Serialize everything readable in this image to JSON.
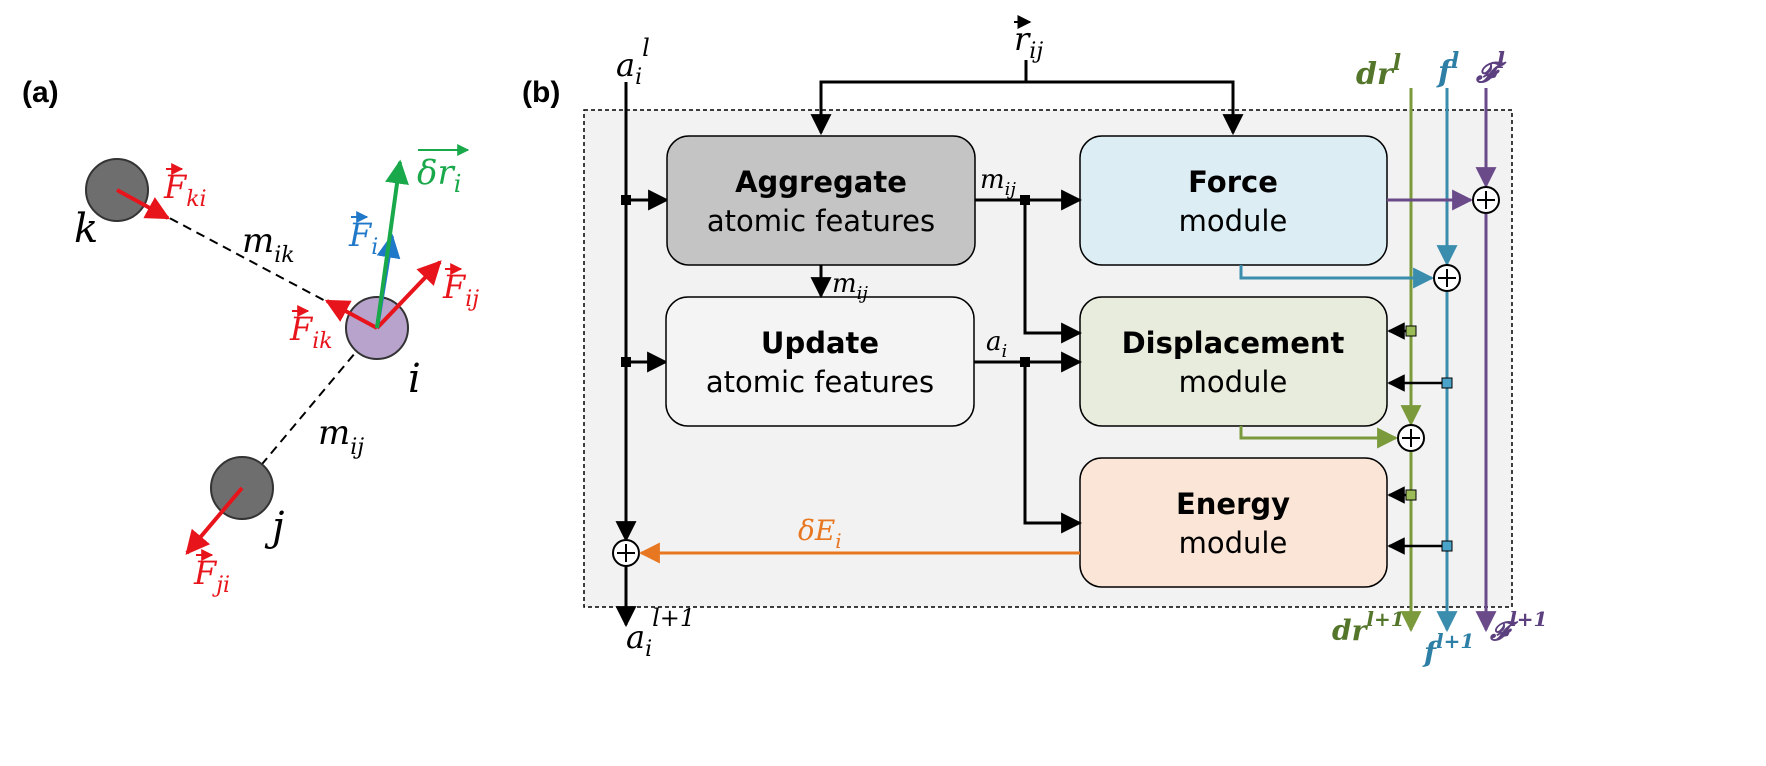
{
  "panel_a": {
    "label": "(a)",
    "atoms": {
      "k": "k",
      "i": "i",
      "j": "j"
    },
    "bonds": {
      "ik": "m",
      "ik_sub": "ik",
      "ij": "m",
      "ij_sub": "ij"
    },
    "forces": {
      "F_ki": "ki",
      "F_ij": "ij",
      "F_ik": "ik",
      "F_ji": "ji",
      "F_i": "i",
      "F_symbol": "F",
      "delta_r": "δr",
      "delta_r_sub": "i"
    },
    "colors": {
      "force": "#e8141b",
      "net_force": "#1f78c8",
      "displacement": "#19a84a",
      "atom_grey": "#6e6e6e",
      "atom_i": "#b7a3cc"
    }
  },
  "panel_b": {
    "label": "(b)",
    "inputs": {
      "a_l": "a",
      "a_l_sub": "i",
      "a_l_sup": "l",
      "r_ij": "r",
      "r_ij_sub": "ij",
      "dr_l": "dr",
      "dr_l_sup": "l",
      "f_l": "f",
      "f_l_sup": "l",
      "F_l": "𝓕",
      "F_l_sup": "l"
    },
    "outputs": {
      "a_next": "a",
      "a_next_sub": "i",
      "a_next_sup": "l+1",
      "dr_next": "dr",
      "dr_next_sup": "l+1",
      "f_next": "f",
      "f_next_sup": "l+1",
      "F_next": "𝓕",
      "F_next_sup": "l+1"
    },
    "modules": {
      "aggregate": {
        "title": "Aggregate",
        "subtitle": "atomic features"
      },
      "update": {
        "title": "Update",
        "subtitle": "atomic features"
      },
      "force": {
        "title": "Force",
        "subtitle": "module"
      },
      "displacement": {
        "title": "Displacement",
        "subtitle": "module"
      },
      "energy": {
        "title": "Energy",
        "subtitle": "module"
      }
    },
    "edge_labels": {
      "m_ij_right": "m",
      "m_ij_right_sub": "ij",
      "m_ij_down": "m",
      "m_ij_down_sub": "ij",
      "a_i": "a",
      "a_i_sub": "i",
      "delta_E": "δE",
      "delta_E_sub": "i"
    },
    "colors": {
      "aggregate_fill": "#c4c4c4",
      "update_fill": "#f4f4f4",
      "force_fill": "#dcedf4",
      "displacement_fill": "#e7ecdc",
      "energy_fill": "#fbe5d6",
      "dr_line": "#7a9a3c",
      "f_line": "#3b8dae",
      "F_line": "#6b4a8a",
      "energy_line": "#e87722",
      "dr_label": "#54762a",
      "f_label": "#2e7fa6",
      "F_label": "#5b3f7e"
    }
  }
}
